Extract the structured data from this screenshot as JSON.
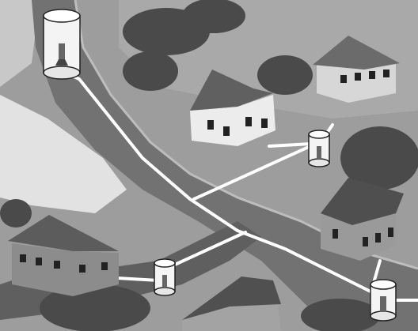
{
  "scene": {
    "style": "grayscale illustrated aerial view",
    "background_color": "#ffffff",
    "houses": [
      {
        "id": "house-top-right",
        "wall_color": "#d7d7d7",
        "roof_color": "#6b6b6b"
      },
      {
        "id": "house-center",
        "wall_color": "#ececec",
        "roof_color": "#606060"
      },
      {
        "id": "house-right-middle",
        "wall_color": "#9a9a9a",
        "roof_color": "#4f4f4f"
      },
      {
        "id": "house-left-bottom",
        "wall_color": "#8c8c8c",
        "roof_color": "#5c5c5c"
      },
      {
        "id": "house-bottom-center",
        "wall_color": "#a3a3a3",
        "roof_color": "#505050"
      }
    ],
    "tanks": [
      {
        "id": "tank-top-left",
        "role": "main tank"
      },
      {
        "id": "tank-center-right",
        "role": "house tank"
      },
      {
        "id": "tank-bottom-left",
        "role": "house tank"
      },
      {
        "id": "tank-bottom-right",
        "role": "house tank"
      }
    ],
    "pipe_color": "#ffffff",
    "road_color": "#707070",
    "grass_colors": [
      "#9b9b9b",
      "#b0b0b0",
      "#8a8a8a"
    ],
    "tree_color": "#4a4a4a"
  }
}
